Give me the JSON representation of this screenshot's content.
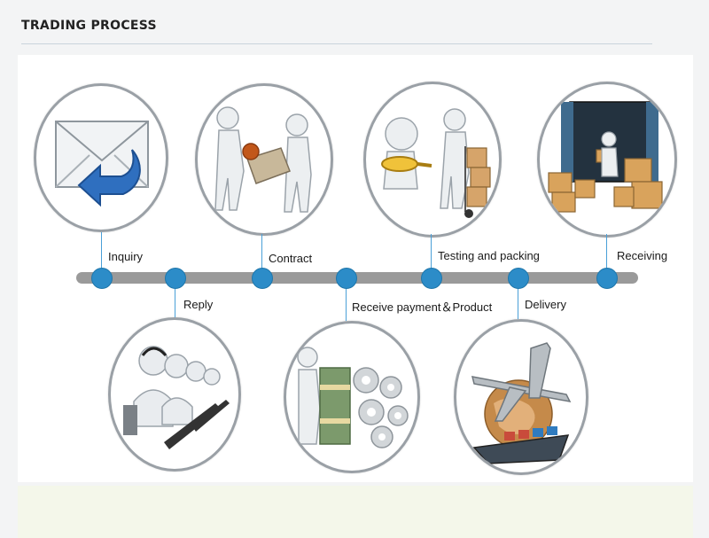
{
  "header": {
    "title": "TRADING PROCESS"
  },
  "colors": {
    "node": "#2c8cc8",
    "bar": "#9a9a9a",
    "ring": "#9aa0a6"
  },
  "steps": [
    {
      "label": "Inquiry",
      "icon": "envelope-reply-icon"
    },
    {
      "label": "Reply",
      "icon": "call-center-icon"
    },
    {
      "label": "Contract",
      "icon": "handshake-contract-icon"
    },
    {
      "label": "Receive payment＆Product",
      "icon": "money-gears-icon"
    },
    {
      "label": "Testing and packing",
      "icon": "magnifier-boxes-icon"
    },
    {
      "label": "Delivery",
      "icon": "plane-ship-globe-icon"
    },
    {
      "label": "Receiving",
      "icon": "container-boxes-icon"
    }
  ]
}
